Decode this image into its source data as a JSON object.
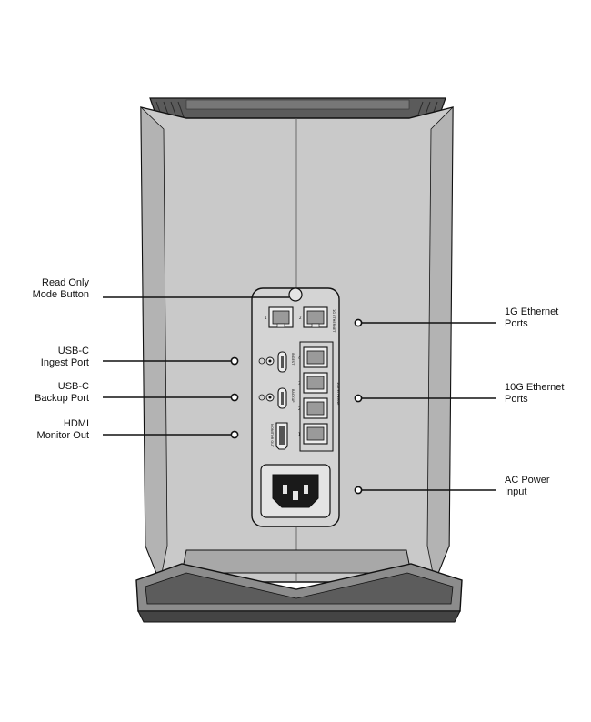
{
  "diagram": {
    "callouts_left": [
      {
        "id": "read-only",
        "lines": [
          "Read Only",
          "Mode Button"
        ]
      },
      {
        "id": "usbc-ingest",
        "lines": [
          "USB-C",
          "Ingest Port"
        ]
      },
      {
        "id": "usbc-backup",
        "lines": [
          "USB-C",
          "Backup Port"
        ]
      },
      {
        "id": "hdmi",
        "lines": [
          "HDMI",
          "Monitor Out"
        ]
      }
    ],
    "callouts_right": [
      {
        "id": "1g-ethernet",
        "lines": [
          "1G Ethernet",
          "Ports"
        ]
      },
      {
        "id": "10g-ethernet",
        "lines": [
          "10G Ethernet",
          "Ports"
        ]
      },
      {
        "id": "ac-power",
        "lines": [
          "AC Power",
          "Input"
        ]
      }
    ],
    "panel_text": {
      "one_g_label": "1G ETHERNET",
      "ten_g_label": "10G ETHERNET",
      "ingest_label": "INGEST",
      "backup_label": "BACKUP",
      "monitor_label": "MONITOR OUT",
      "port_numbers_1g": [
        "1",
        "2"
      ],
      "port_numbers_10g": [
        "1",
        "2",
        "3",
        "4"
      ]
    },
    "colors": {
      "body_fill": "#c9c9c9",
      "body_shade": "#b7b7b7",
      "panel_fill": "#d8d8d8",
      "outline": "#111111",
      "base_fill": "#8e8e8e",
      "base_dark": "#5a5a5a"
    }
  }
}
